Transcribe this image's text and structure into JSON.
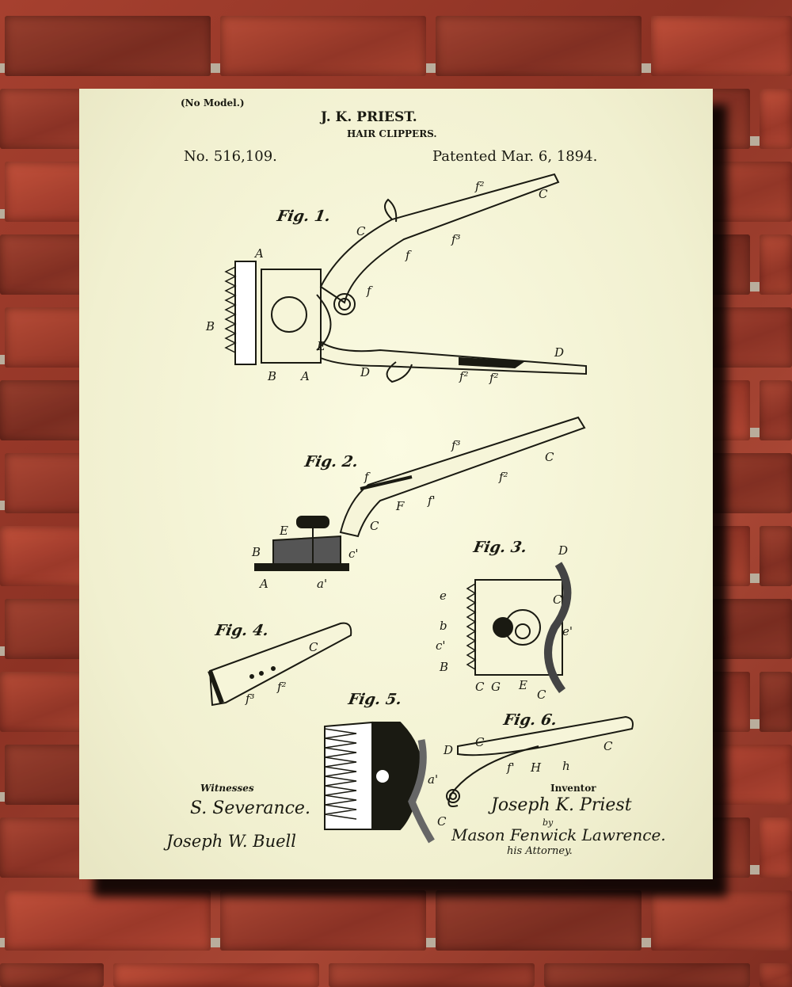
{
  "patent": {
    "model_note": "(No Model.)",
    "inventor_name": "J. K. PRIEST.",
    "title": "HAIR CLIPPERS.",
    "number": "No. 516,109.",
    "date": "Patented Mar. 6, 1894."
  },
  "figures": [
    "Fig. 1.",
    "Fig. 2.",
    "Fig. 3.",
    "Fig. 4.",
    "Fig. 5.",
    "Fig. 6."
  ],
  "signatures": {
    "witnesses_label": "Witnesses",
    "witness_1": "S. Severance.",
    "witness_2": "Joseph W. Buell",
    "inventor_label": "Inventor",
    "inventor_signature": "Joseph K. Priest",
    "by": "by",
    "attorney_signature": "Mason Fenwick Lawrence.",
    "attorney_label": "his Attorney."
  },
  "colors": {
    "paper": "#f6f5d9",
    "ink": "#1a1a12",
    "brick": "#9a3a2c",
    "mortar": "#b9ad9c"
  }
}
